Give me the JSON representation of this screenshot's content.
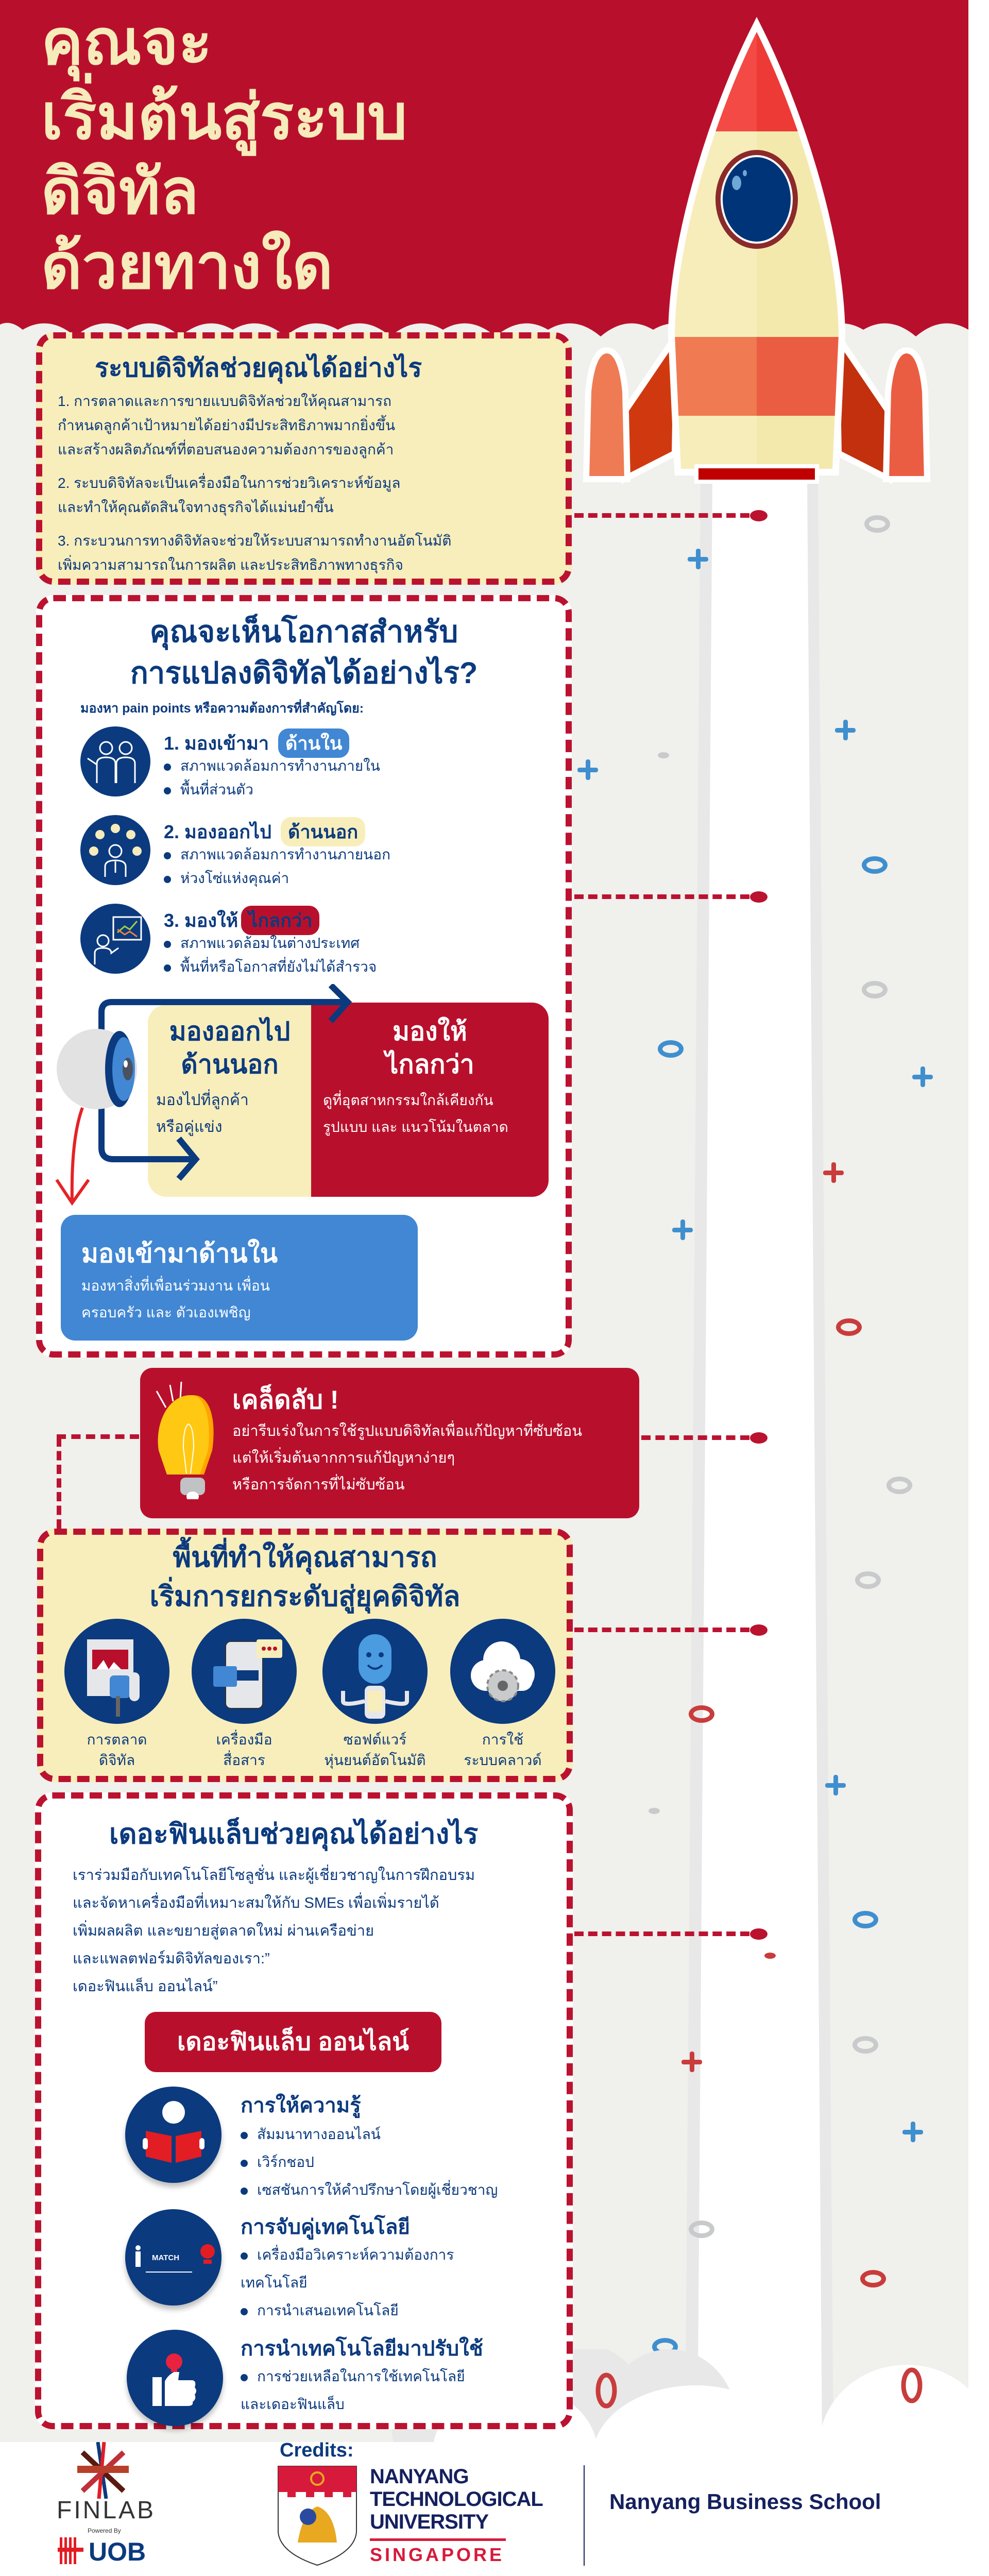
{
  "header": {
    "title_lines": [
      "คุณจะ",
      "เริ่มต้นสู่ระบบ",
      "ดิจิทัล",
      "ด้วยทางใด"
    ]
  },
  "box1": {
    "title": "ระบบดิจิทัลช่วยคุณได้อย่างไร",
    "items": [
      {
        "lines": [
          "1. การตลาดและการขายแบบดิจิทัลช่วยให้คุณสามารถ",
          "กำหนดลูกค้าเป้าหมายได้อย่างมีประสิทธิภาพมากยิ่งขึ้น",
          "และสร้างผลิตภัณฑ์ที่ตอบสนองความต้องการของลูกค้า"
        ]
      },
      {
        "lines": [
          "2. ระบบดิจิทัลจะเป็นเครื่องมือในการช่วยวิเคราะห์ข้อมูล",
          "และทำให้คุณตัดสินใจทางธุรกิจได้แม่นยำขึ้น"
        ]
      },
      {
        "lines": [
          "3. กระบวนการทางดิจิทัลจะช่วยให้ระบบสามารถทำงานอัตโนมัติ",
          "เพิ่มความสามารถในการผลิต และประสิทธิภาพทางธุรกิจ"
        ]
      }
    ]
  },
  "box2": {
    "title_lines": [
      "คุณจะเห็นโอกาสสำหรับ",
      "การแปลงดิจิทัลได้อย่างไร?"
    ],
    "intro": "มองหา pain points หรือความต้องการที่สำคัญโดย:",
    "items": [
      {
        "label": "1. มองเข้ามา",
        "badge": "ด้านใน",
        "bullets": [
          "สภาพแวดล้อมการทำงานภายใน",
          "พื้นที่ส่วนตัว"
        ]
      },
      {
        "label": "2. มองออกไป",
        "badge": "ด้านนอก",
        "bullets": [
          "สภาพแวดล้อมการทำงานภายนอก",
          "ห่วงโซ่แห่งคุณค่า"
        ]
      },
      {
        "label": "3. มองให้",
        "badge": "ไกลกว่า",
        "bullets": [
          "สภาพแวดล้อมในต่างประเทศ",
          "พื้นที่หรือโอกาสที่ยังไม่ได้สำรวจ"
        ]
      }
    ],
    "diagram": {
      "outward": {
        "title_lines": [
          "มองออกไป",
          "ด้านนอก"
        ],
        "desc_lines": [
          "มองไปที่ลูกค้า",
          "หรือคู่แข่ง"
        ]
      },
      "further": {
        "title_lines": [
          "มองให้",
          "ไกลกว่า"
        ],
        "desc_lines": [
          "ดูที่อุตสาหกรรมใกล้เคียงกัน",
          "รูปแบบ และ แนวโน้มในตลาด"
        ]
      },
      "inward": {
        "title": "มองเข้ามาด้านใน",
        "desc_lines": [
          "มองหาสิ่งที่เพื่อนร่วมงาน เพื่อน",
          "ครอบครัว และ ตัวเองเพชิญ"
        ]
      }
    }
  },
  "tip": {
    "title": "เคล็ดลับ !",
    "lines": [
      "อย่ารีบเร่งในการใช้รูปแบบดิจิทัลเพื่อแก้ปัญหาที่ซับซ้อน",
      "แต่ให้เริ่มต้นจากการแก้ปัญหาง่ายๆ",
      "หรือการจัดการที่ไม่ซับซ้อน"
    ]
  },
  "box3": {
    "title_lines": [
      "พื้นที่ทำให้คุณสามารถ",
      "เริ่มการยกระดับสู่ยุคดิจิทัล"
    ],
    "items": [
      {
        "icon": "digital-marketing-icon",
        "lines": [
          "การตลาด",
          "ดิจิทัล"
        ]
      },
      {
        "icon": "communication-tools-icon",
        "lines": [
          "เครื่องมือ",
          "สื่อสาร"
        ]
      },
      {
        "icon": "robot-software-icon",
        "lines": [
          "ซอฟต์แวร์",
          "หุ่นยนต์อัตโนมัติ"
        ]
      },
      {
        "icon": "cloud-system-icon",
        "lines": [
          "การใช้",
          "ระบบคลาวด์"
        ]
      }
    ]
  },
  "box4": {
    "title": "เดอะฟินแล็บช่วยคุณได้อย่างไร",
    "paragraph_lines": [
      "เราร่วมมือกับเทคโนโลยีโซลูชั่น และผู้เชี่ยวชาญในการฝึกอบรม",
      "และจัดหาเครื่องมือที่เหมาะสมให้กับ SMEs เพื่อเพิ่มรายได้",
      "เพิ่มผลผลิต และขยายสู่ตลาดใหม่ ผ่านเครือข่าย",
      "และแพลตฟอร์มดิจิทัลของเรา:”",
      "เดอะฟินแล็บ ออนไลน์”"
    ],
    "button": "เดอะฟินแล็บ ออนไลน์",
    "services": [
      {
        "title": "การให้ความรู้",
        "lines": [
          {
            "text": "สัมมนาทางออนไลน์",
            "bullet": true
          },
          {
            "text": "เวิร์กชอป",
            "bullet": true
          },
          {
            "text": "เซสชันการให้คำปรึกษาโดยผู้เชี่ยวชาญ",
            "bullet": true
          }
        ]
      },
      {
        "title": "การจับคู่เทคโนโลยี",
        "icon_text": "MATCH",
        "lines": [
          {
            "text": "เครื่องมือวิเคราะห์ความต้องการ",
            "bullet": true
          },
          {
            "text": "เทคโนโลยี",
            "bullet": false
          },
          {
            "text": "การนำเสนอเทคโนโลยี",
            "bullet": true
          }
        ]
      },
      {
        "title": "การนำเทคโนโลยีมาปรับใช้",
        "lines": [
          {
            "text": "การช่วยเหลือในการใช้เทคโนโลยี",
            "bullet": true
          },
          {
            "text": "และเดอะฟินแล็บ",
            "bullet": false
          }
        ]
      }
    ]
  },
  "footer": {
    "credits": "Credits:",
    "finlab": "FINLAB",
    "powered_by": "Powered By",
    "uob": "UOB",
    "ntu_lines": [
      "NANYANG",
      "TECHNOLOGICAL",
      "UNIVERSITY"
    ],
    "ntu_country": "SINGAPORE",
    "school": "Nanyang Business School"
  },
  "colors": {
    "brand_red": "#b8102c",
    "navy": "#0b3a7e",
    "cream": "#f8eebb",
    "blue": "#4187d3",
    "background": "#f0f0ec"
  }
}
